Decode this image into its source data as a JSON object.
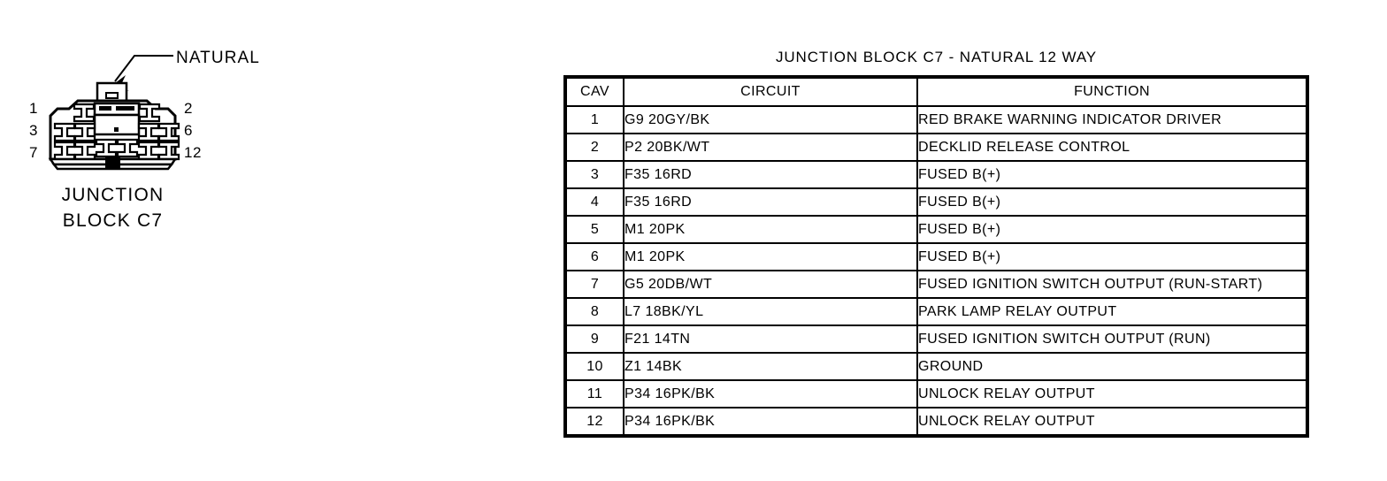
{
  "connector": {
    "callout": "NATURAL",
    "caption_line1": "JUNCTION",
    "caption_line2": "BLOCK C7",
    "cavity_labels_left": [
      "1",
      "3",
      "7"
    ],
    "cavity_labels_right": [
      "2",
      "6",
      "12"
    ],
    "line_color": "#000000"
  },
  "table": {
    "title": "JUNCTION BLOCK C7 - NATURAL 12 WAY",
    "headers": [
      "CAV",
      "CIRCUIT",
      "FUNCTION"
    ],
    "rows": [
      {
        "cav": "1",
        "circuit": "G9 20GY/BK",
        "function": "RED BRAKE WARNING INDICATOR DRIVER"
      },
      {
        "cav": "2",
        "circuit": "P2 20BK/WT",
        "function": "DECKLID RELEASE CONTROL"
      },
      {
        "cav": "3",
        "circuit": "F35 16RD",
        "function": "FUSED B(+)"
      },
      {
        "cav": "4",
        "circuit": "F35 16RD",
        "function": "FUSED B(+)"
      },
      {
        "cav": "5",
        "circuit": "M1  20PK",
        "function": "FUSED B(+)"
      },
      {
        "cav": "6",
        "circuit": "M1  20PK",
        "function": "FUSED B(+)"
      },
      {
        "cav": "7",
        "circuit": "G5 20DB/WT",
        "function": "FUSED IGNITION SWITCH OUTPUT (RUN-START)"
      },
      {
        "cav": "8",
        "circuit": "L7 18BK/YL",
        "function": "PARK LAMP RELAY OUTPUT"
      },
      {
        "cav": "9",
        "circuit": "F21 14TN",
        "function": "FUSED IGNITION SWITCH OUTPUT (RUN)"
      },
      {
        "cav": "10",
        "circuit": "Z1 14BK",
        "function": "GROUND"
      },
      {
        "cav": "11",
        "circuit": "P34 16PK/BK",
        "function": "UNLOCK RELAY OUTPUT"
      },
      {
        "cav": "12",
        "circuit": "P34 16PK/BK",
        "function": "UNLOCK RELAY OUTPUT"
      }
    ]
  }
}
